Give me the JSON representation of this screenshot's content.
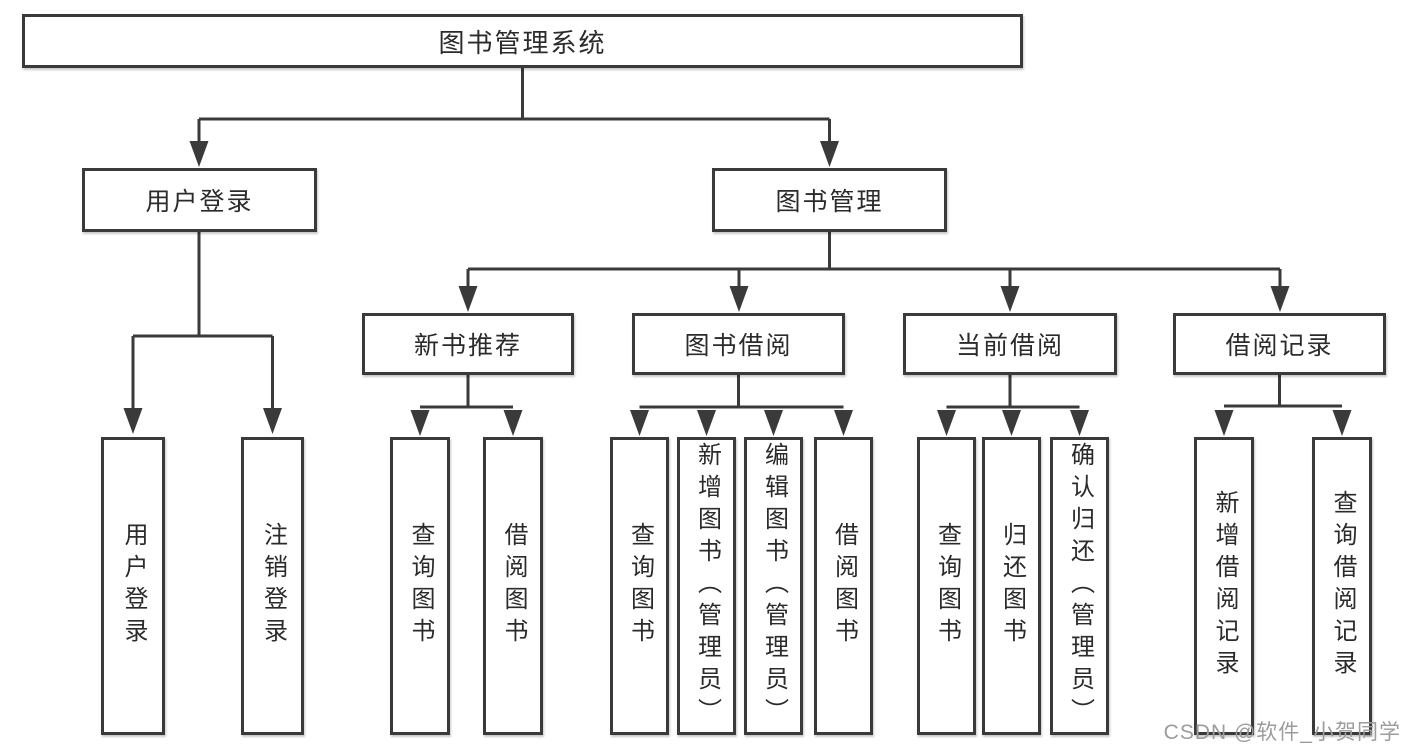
{
  "diagram": {
    "root": "图书管理系统",
    "branches": [
      {
        "label": "用户登录",
        "leaves": [
          "用户登录",
          "注销登录"
        ]
      },
      {
        "label": "图书管理",
        "groups": [
          {
            "label": "新书推荐",
            "leaves": [
              "查询图书",
              "借阅图书"
            ]
          },
          {
            "label": "图书借阅",
            "leaves": [
              "查询图书",
              "新增图书（管理员）",
              "编辑图书（管理员）",
              "借阅图书"
            ]
          },
          {
            "label": "当前借阅",
            "leaves": [
              "查询图书",
              "归还图书",
              "确认归还（管理员）"
            ]
          },
          {
            "label": "借阅记录",
            "leaves": [
              "新增借阅记录",
              "查询借阅记录"
            ]
          }
        ]
      }
    ]
  },
  "watermark": "CSDN @软件_小贺同学",
  "colors": {
    "line": "#3a3a3a",
    "text": "#2b2b2b",
    "watermark": "#9c9c9c"
  }
}
